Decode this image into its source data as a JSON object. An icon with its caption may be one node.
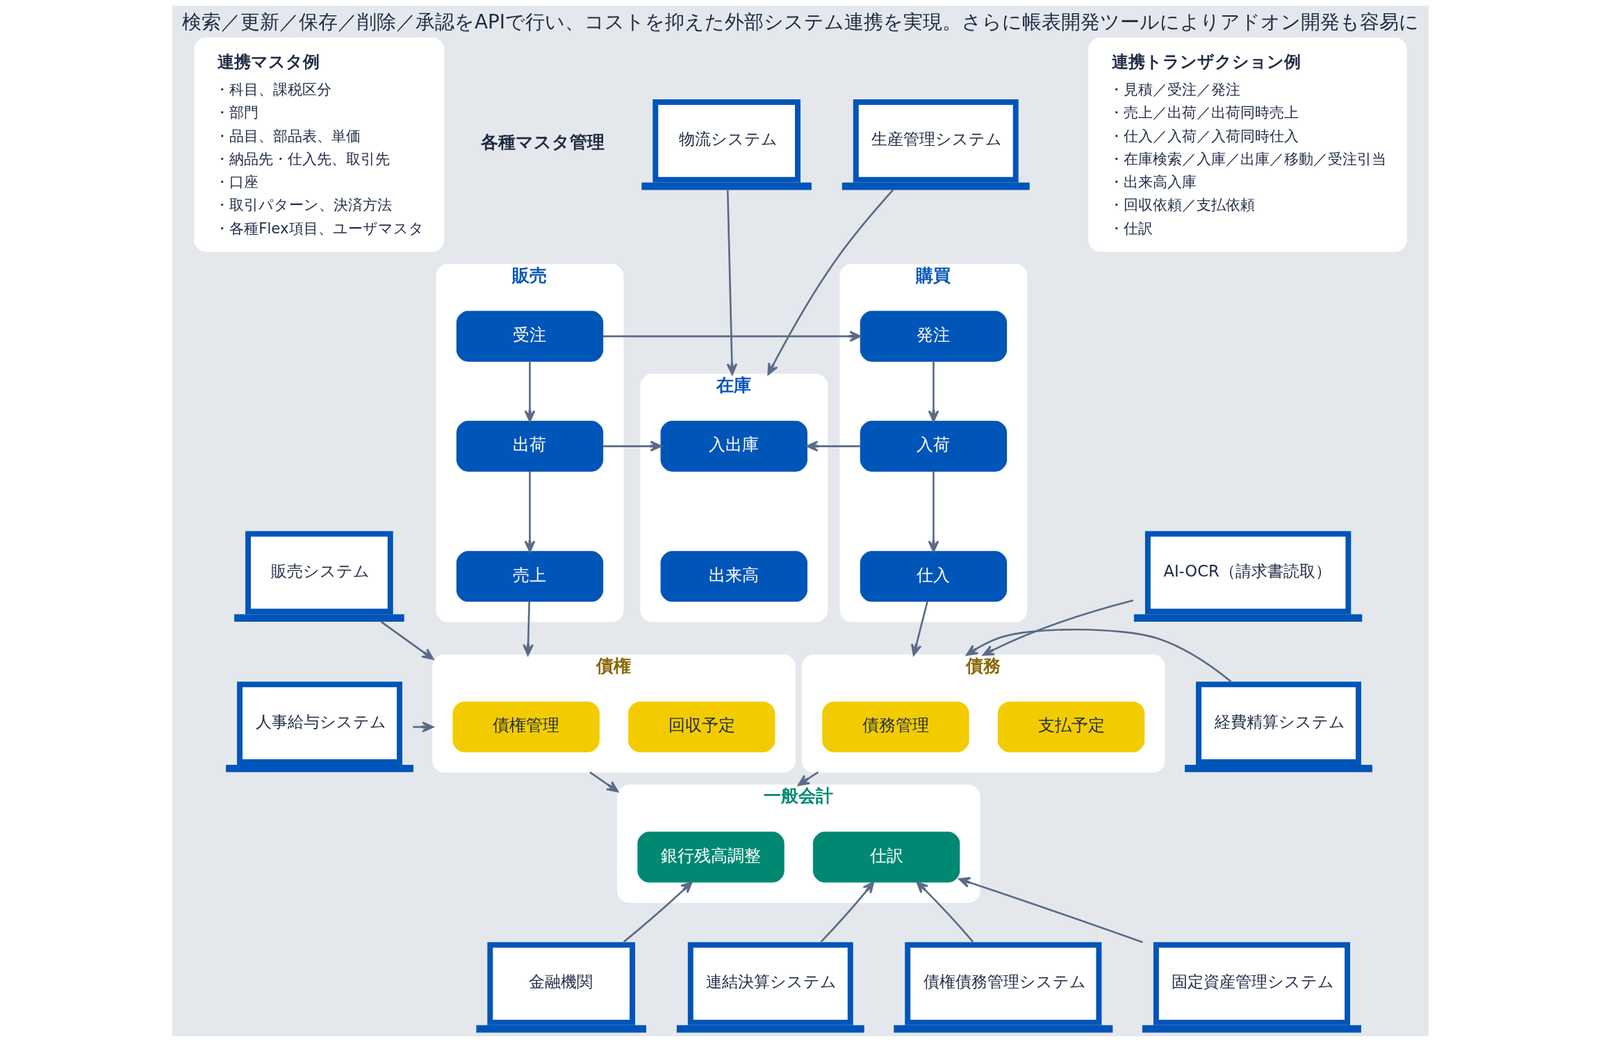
{
  "diagram": {
    "title": "検索／更新／保存／削除／承認をAPIで行い、コストを抑えた外部システム連携を実現。さらに帳表開発ツールによりアドオン開発も容易に",
    "nodes": [
      {
        "text": [
          "連携マスタ例",
          "・科目、課税区分",
          "・部門",
          "・品目、部品表、単価",
          "・納品先・仕入先、取引先",
          "・口座",
          "・取引パターン、決済方法",
          "・各種Flex項目、ユーザマスタ"
        ]
      },
      {
        "text": [
          "連携トランザクション例",
          "・見積／受注／発注",
          "・売上／出荷／出荷同時売上",
          "・仕入／入荷／入荷同時仕入",
          "・在庫検索／入庫／出庫／移動／受注引当",
          "・出来高入庫",
          "・回収依頼／支払依頼",
          "・仕訳"
        ]
      },
      {
        "text": [
          "物流システム"
        ]
      },
      {
        "text": [
          "生産管理システム"
        ]
      },
      {
        "text": [
          "販売"
        ]
      },
      {
        "text": [
          "受注"
        ],
        "in": 4
      },
      {
        "text": [
          "出荷"
        ],
        "in": 4
      },
      {
        "text": [
          "売上"
        ],
        "in": 4
      },
      {
        "text": [
          "在庫"
        ]
      },
      {
        "text": [
          "入出庫"
        ],
        "in": 8
      },
      {
        "text": [
          "出来高"
        ],
        "in": 8
      },
      {
        "text": [
          "購買"
        ]
      },
      {
        "text": [
          "発注"
        ],
        "in": 11
      },
      {
        "text": [
          "入荷"
        ],
        "in": 11
      },
      {
        "text": [
          "仕入"
        ],
        "in": 11
      },
      {
        "text": [
          "販売システム"
        ]
      },
      {
        "text": [
          "人事給与システム"
        ]
      },
      {
        "text": [
          "債権"
        ]
      },
      {
        "text": [
          "債権管理"
        ],
        "in": 17
      },
      {
        "text": [
          "回収予定"
        ],
        "in": 17
      },
      {
        "text": [
          "債務"
        ]
      },
      {
        "text": [
          "債務管理"
        ],
        "in": 20
      },
      {
        "text": [
          "支払予定"
        ],
        "in": 20
      },
      {
        "text": [
          "AI-OCR（請求書読取）"
        ]
      },
      {
        "text": [
          "経費精算システム"
        ]
      },
      {
        "text": [
          "一般会計"
        ]
      },
      {
        "text": [
          "銀行残高調整"
        ],
        "in": 25
      },
      {
        "text": [
          "仕訳"
        ],
        "in": 25
      },
      {
        "text": [
          "金融機関"
        ]
      },
      {
        "text": [
          "連結決算システム"
        ]
      },
      {
        "text": [
          "債権債務管理システム"
        ]
      },
      {
        "text": [
          "固定資産管理システム"
        ]
      }
    ],
    "edges": [
      {
        "from": 2,
        "to": 8,
        "arrow": "to"
      },
      {
        "from": 3,
        "to": 8,
        "arrow": "to"
      },
      {
        "from": 5,
        "to": 12,
        "arrow": "to"
      },
      {
        "from": 5,
        "to": 6,
        "arrow": "to"
      },
      {
        "from": 6,
        "to": 9,
        "arrow": "to"
      },
      {
        "from": 13,
        "to": 9,
        "arrow": "to"
      },
      {
        "from": 12,
        "to": 13,
        "arrow": "to"
      },
      {
        "from": 6,
        "to": 7,
        "arrow": "to"
      },
      {
        "from": 13,
        "to": 14,
        "arrow": "to"
      },
      {
        "from": 7,
        "to": 17,
        "arrow": "to"
      },
      {
        "from": 14,
        "to": 20,
        "arrow": "to"
      },
      {
        "from": 15,
        "to": 17,
        "arrow": "to"
      },
      {
        "from": 16,
        "to": 17,
        "arrow": "to"
      },
      {
        "from": 23,
        "to": 20,
        "arrow": "to"
      },
      {
        "from": 24,
        "to": 20,
        "arrow": "to"
      },
      {
        "from": 17,
        "to": 25,
        "arrow": "to"
      },
      {
        "from": 20,
        "to": 25,
        "arrow": "to"
      },
      {
        "from": 28,
        "to": 26,
        "arrow": "to"
      },
      {
        "from": 29,
        "to": 27,
        "arrow": "to"
      },
      {
        "from": 30,
        "to": 27,
        "arrow": "to"
      },
      {
        "from": 31,
        "to": 27,
        "arrow": "to"
      }
    ],
    "labels": [
      "各種マスタ管理"
    ]
  }
}
